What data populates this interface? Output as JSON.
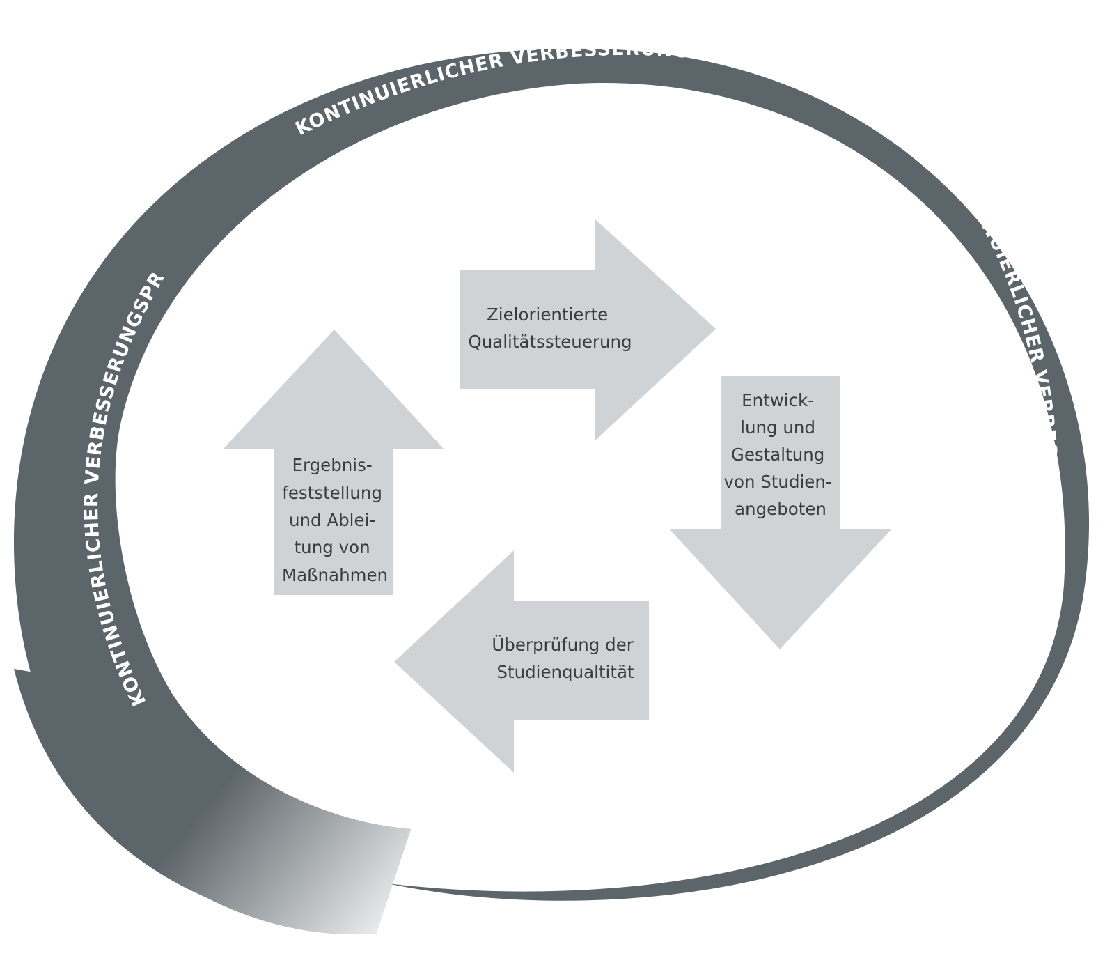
{
  "colors": {
    "ring": "#5c6569",
    "ring_fade_end": "#ffffff",
    "arrow_fill": "#d0d3d6",
    "ring_text": "#ffffff",
    "arrow_text": "#3c3c3c"
  },
  "ring": {
    "label": "KONTINUIERLICHER VERBESSERUNGSPROZESS"
  },
  "steps": [
    {
      "id": "zielorientierte-qualitaetssteuerung",
      "direction": "right",
      "lines": [
        "Zielorientierte",
        "Qualitätssteuerung"
      ]
    },
    {
      "id": "entwicklung-gestaltung-studienangebote",
      "direction": "down",
      "lines": [
        "Entwick-",
        "lung und",
        "Gestaltung",
        "von Studien-",
        "angeboten"
      ]
    },
    {
      "id": "ueberpruefung-studienqualitaet",
      "direction": "left",
      "lines": [
        "Überprüfung der",
        "Studienqualtität"
      ]
    },
    {
      "id": "ergebnisfeststellung-massnahmen",
      "direction": "up",
      "lines": [
        "Ergebnis-",
        "feststellung",
        "und Ablei-",
        "tung von",
        "Maßnahmen"
      ]
    }
  ]
}
